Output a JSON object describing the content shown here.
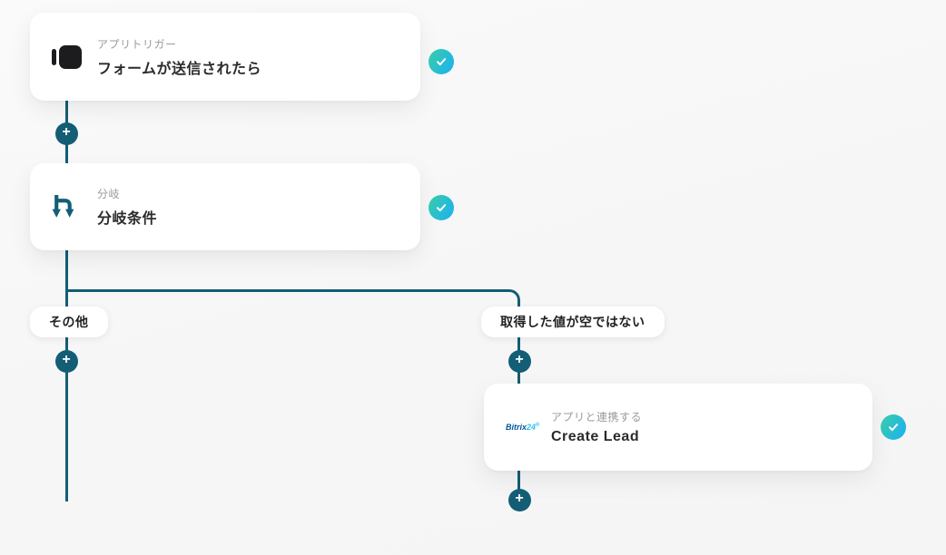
{
  "workflow": {
    "trigger": {
      "category": "アプリトリガー",
      "title": "フォームが送信されたら"
    },
    "branch": {
      "category": "分岐",
      "title": "分岐条件"
    },
    "action": {
      "category": "アプリと連携する",
      "title": "Create Lead",
      "app_logo": {
        "name": "Bitrix24",
        "part1": "Bitrix",
        "part2": "24",
        "mark": "®"
      }
    },
    "branch_labels": {
      "left": "その他",
      "right": "取得した値が空ではない"
    },
    "add_step_label": "+"
  },
  "colors": {
    "connector_teal": "#135E75",
    "status_gradient_start": "#36CBAE",
    "status_gradient_end": "#1EB3EC",
    "canvas_bg": "#F7F7F7",
    "card_bg": "#FFFFFF",
    "category_text": "#9B9B9B",
    "title_text": "#2B2B2B",
    "bitrix_dark_blue": "#00589A",
    "bitrix_light_blue": "#2CC3F2"
  }
}
